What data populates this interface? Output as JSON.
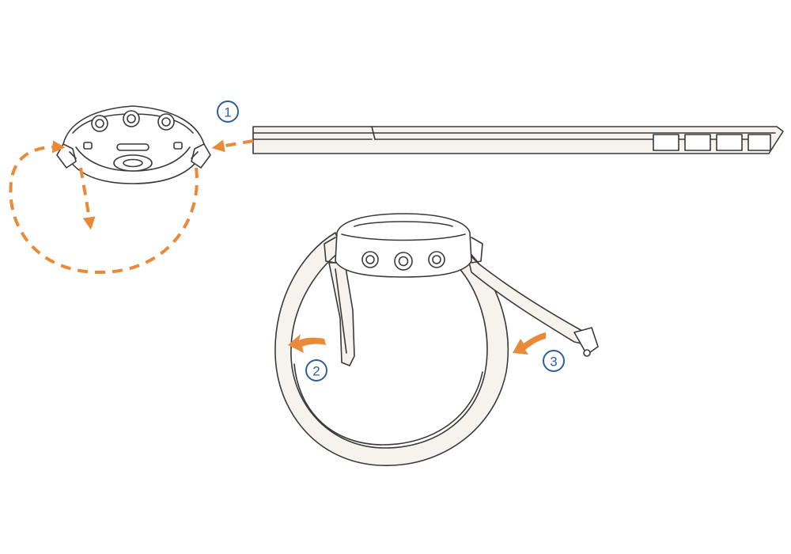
{
  "steps": [
    {
      "number": "1"
    },
    {
      "number": "2"
    },
    {
      "number": "3"
    }
  ],
  "colors": {
    "arrow": "#e98a3a",
    "step_marker": "#2f5f9e",
    "outline": "#3a3a3a",
    "strap": "#f6f3ee"
  },
  "icons": {
    "step_marker": "numbered-circle-icon",
    "direction": "arrow-icon"
  }
}
